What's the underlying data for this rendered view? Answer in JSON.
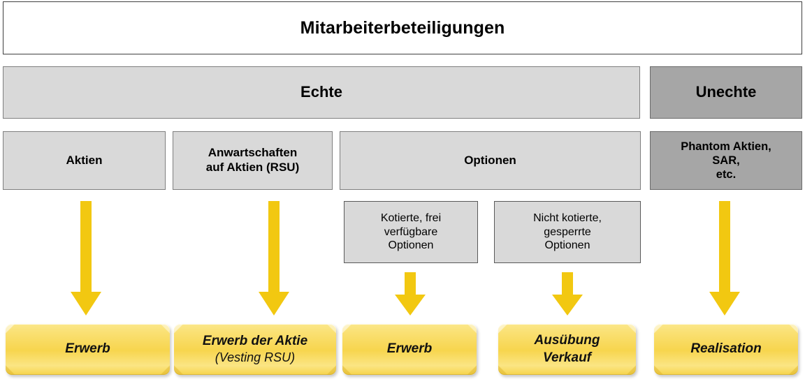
{
  "diagram": {
    "title": "Mitarbeiterbeteiligungen",
    "colors": {
      "title_fill": "#ffffff",
      "grey_light": "#d9d9d9",
      "grey_dark": "#a6a6a6",
      "arrow_yellow": "#f2c811",
      "button_yellow": "#f7d54e",
      "border_dark": "#595959",
      "text": "#000000"
    },
    "level1": [
      {
        "label": "Echte",
        "tone": "light"
      },
      {
        "label": "Unechte",
        "tone": "dark"
      }
    ],
    "level2": [
      {
        "label": "Aktien",
        "tone": "light"
      },
      {
        "label": "Anwartschaften\nauf Aktien (RSU)",
        "line1": "Anwartschaften",
        "line2": "auf Aktien (RSU)",
        "tone": "light"
      },
      {
        "label": "Optionen",
        "tone": "light"
      },
      {
        "line1": "Phantom Aktien,",
        "line2": "SAR,",
        "line3": "etc.",
        "tone": "dark"
      }
    ],
    "level3": [
      {
        "line1": "Kotierte, frei",
        "line2": "verfügbare",
        "line3": "Optionen"
      },
      {
        "line1": "Nicht kotierte,",
        "line2": "gesperrte",
        "line3": "Optionen"
      }
    ],
    "outcomes": [
      {
        "line1": "Erwerb",
        "line2": ""
      },
      {
        "line1": "Erwerb der Aktie",
        "line2": "(Vesting RSU)"
      },
      {
        "line1": "Erwerb",
        "line2": ""
      },
      {
        "line1": "Ausübung",
        "line2": "Verkauf"
      },
      {
        "line1": "Realisation",
        "line2": ""
      }
    ],
    "arrows": [
      {
        "name": "arrow-aktien-to-erwerb"
      },
      {
        "name": "arrow-rsu-to-erwerb-der-aktie"
      },
      {
        "name": "arrow-kotierte-to-erwerb"
      },
      {
        "name": "arrow-nicht-kotierte-to-ausuebung"
      },
      {
        "name": "arrow-unechte-to-realisation"
      }
    ]
  }
}
